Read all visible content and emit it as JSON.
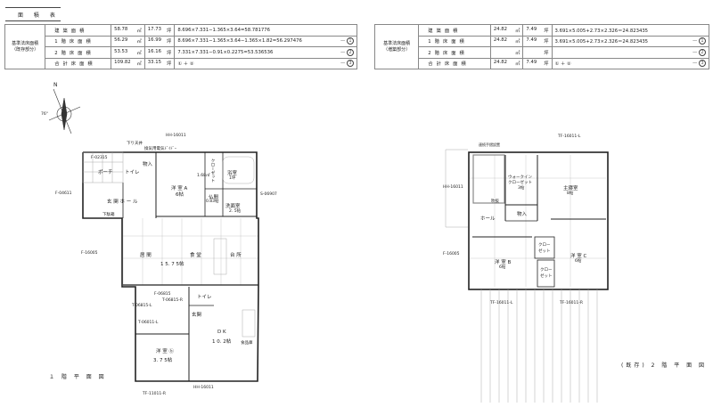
{
  "header": {
    "title": "面 積 表"
  },
  "existing_table": {
    "group": "基準法床面積",
    "group_sub": "（既存部分）",
    "rows": [
      {
        "label": "建築面積",
        "m2": "58.78",
        "m2_unit": "㎡",
        "tsubo": "17.73",
        "tsubo_unit": "坪",
        "formula": "8.696×7.331−1.365×3.64=58.781776",
        "mark": ""
      },
      {
        "label": "1階床面積",
        "m2": "56.29",
        "m2_unit": "㎡",
        "tsubo": "16.99",
        "tsubo_unit": "坪",
        "formula": "8.696×7.331−1.365×3.64−1.365×1.82=56.297476",
        "mark": "1"
      },
      {
        "label": "2階床面積",
        "m2": "53.53",
        "m2_unit": "㎡",
        "tsubo": "16.16",
        "tsubo_unit": "坪",
        "formula": "7.331×7.331−0.91×0.2275=53.536536",
        "mark": "2"
      },
      {
        "label": "合計床面積",
        "m2": "109.82",
        "m2_unit": "㎡",
        "tsubo": "33.15",
        "tsubo_unit": "坪",
        "formula": "① ＋ ②",
        "mark": "3"
      }
    ]
  },
  "addition_table": {
    "group": "基準法床面積",
    "group_sub": "（増築部分）",
    "rows": [
      {
        "label": "建築面積",
        "m2": "24.82",
        "m2_unit": "㎡",
        "tsubo": "7.49",
        "tsubo_unit": "坪",
        "formula": "3.691×5.005+2.73×2.326＝24.823435",
        "mark": ""
      },
      {
        "label": "1階床面積",
        "m2": "24.82",
        "m2_unit": "㎡",
        "tsubo": "7.49",
        "tsubo_unit": "坪",
        "formula": "3.691×5.005+2.73×2.326＝24.823435",
        "mark": "1"
      },
      {
        "label": "2階床面積",
        "m2": "",
        "m2_unit": "㎡",
        "tsubo": "",
        "tsubo_unit": "坪",
        "formula": "",
        "mark": "2"
      },
      {
        "label": "合計床面積",
        "m2": "24.82",
        "m2_unit": "㎡",
        "tsubo": "7.49",
        "tsubo_unit": "坪",
        "formula": "① ＋ ②",
        "mark": "3"
      }
    ]
  },
  "compass": {
    "north": "N",
    "angle": "76°"
  },
  "plan1": {
    "caption": "１ 階 平 面 図",
    "labels": {
      "porch": "ポーチ",
      "toilet": "トイレ",
      "storage": "物入",
      "room_a": "洋 室 A",
      "room_a_size": "6帖",
      "closet": "クローゼット",
      "closet_size": "1.68㎡",
      "bath": "浴室",
      "bath_size": "1坪",
      "butsuma": "仏間",
      "butsuma_size": "0.83帖",
      "washroom": "洗面室",
      "washroom_size": "2. 5帖",
      "hall": "玄 関 ホ ー ル",
      "geta": "下駄箱",
      "living": "居 間",
      "dining": "食 堂",
      "kitchen": "台 所",
      "ldk_size": "1 5. 7 5帖",
      "toilet2": "トイレ",
      "entrance": "玄関",
      "dk": "D K",
      "dk_size": "1 0. 2帖",
      "room_b": "洋 室 ⓑ",
      "room_b_size": "3. 7 5帖",
      "pantry": "食品庫",
      "sagari": "下り天井",
      "vent": "換気用電気ﾄﾞｲﾄﾞｰ"
    },
    "marks": [
      "HH-16011",
      "F-02315",
      "F-04611",
      "S-06907",
      "F-16005",
      "F-06815",
      "T-06815-R",
      "T-06815-L",
      "T-06011-L",
      "HH-16011",
      "TF-11011-R"
    ]
  },
  "plan2": {
    "caption": "(既存) 2 階 平 面 図",
    "labels": {
      "wic": "ウォークイン",
      "wic2": "クローゼット",
      "wic_size": "3帖",
      "master": "主寝室",
      "master_size": "8帖",
      "storage": "物入",
      "hall": "ホール",
      "void": "吹抜",
      "handrail": "連続手摺設置",
      "room_b": "洋 室 B",
      "room_b_size": "6帖",
      "room_c": "洋 室 C",
      "room_c_size": "6帖",
      "closet": "クロー",
      "closet2": "ゼット"
    },
    "marks": [
      "TF-16011-L",
      "HH-16011",
      "F-16005",
      "TF-16011-L",
      "TF-16011-R"
    ]
  }
}
